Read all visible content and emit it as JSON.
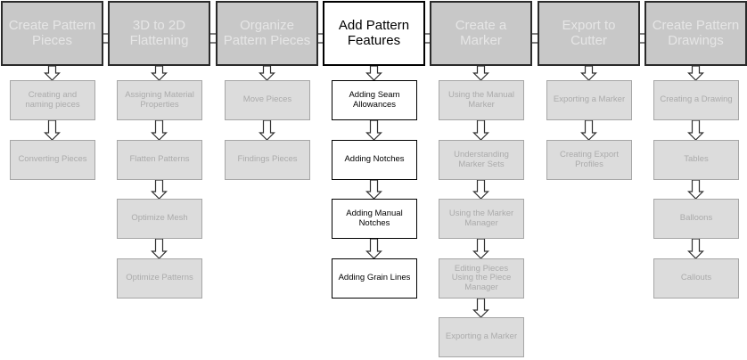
{
  "stages": [
    {
      "title": "Create Pattern Pieces",
      "active": false,
      "steps": [
        "Creating and naming pieces",
        "Converting Pieces"
      ]
    },
    {
      "title": "3D to 2D Flattening",
      "active": false,
      "steps": [
        "Assigning Material Properties",
        "Flatten Patterns",
        "Optimize Mesh",
        "Optimize Patterns"
      ]
    },
    {
      "title": "Organize Pattern Pieces",
      "active": false,
      "steps": [
        "Move Pieces",
        "Findings Pieces"
      ]
    },
    {
      "title": "Add Pattern Features",
      "active": true,
      "steps": [
        "Adding Seam Allowances",
        "Adding Notches",
        "Adding Manual Notches",
        "Adding Grain Lines"
      ]
    },
    {
      "title": "Create a Marker",
      "active": false,
      "steps": [
        "Using the Manual Marker",
        "Understanding Marker Sets",
        "Using the Marker Manager",
        "Editing Pieces Using the Piece Manager",
        "Exporting a Marker"
      ]
    },
    {
      "title": "Export to Cutter",
      "active": false,
      "steps": [
        "Exporting a Marker",
        "Creating Export Profiles"
      ]
    },
    {
      "title": "Create Pattern Drawings",
      "active": false,
      "steps": [
        "Creating a Drawing",
        "Tables",
        "Balloons",
        "Callouts"
      ]
    }
  ],
  "colors": {
    "header_inactive_bg": "#c8c8c8",
    "header_active_bg": "#ffffff",
    "step_inactive_bg": "#dcdcdc",
    "step_inactive_text": "#ababab",
    "active_text": "#000000",
    "border": "#2a2a2a"
  }
}
